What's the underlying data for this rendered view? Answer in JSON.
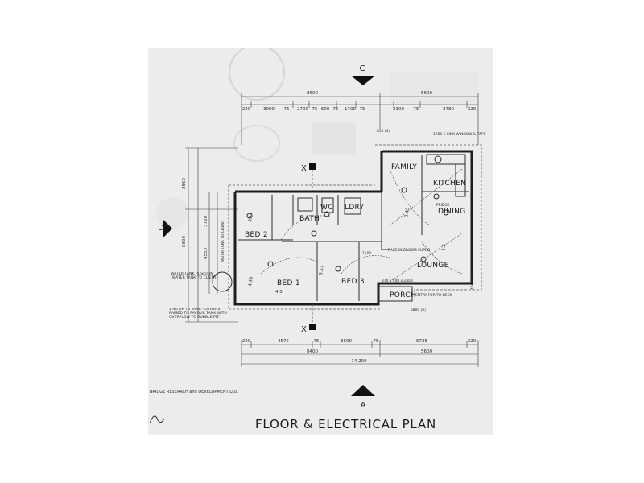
{
  "title": "FLOOR & ELECTRICAL PLAN",
  "company": "BRIDGE RESEARCH and DEVELOPMENT LTD.",
  "section_marks": {
    "c": "C",
    "a": "A",
    "d": "D",
    "x_top": "X",
    "x_bottom": "X"
  },
  "rooms": {
    "family": "FAMILY",
    "kitchen": "KITCHEN",
    "dining": "DINING",
    "bed2": "BED 2",
    "bath": "BATH",
    "wc": "WC",
    "ldry": "LDRY",
    "lounge": "LOUNGE",
    "bed1": "BED 1",
    "bed3": "BED 3",
    "porch": "PORCH"
  },
  "dimensions": {
    "top_left_total": "8600",
    "top_right_total": "5600",
    "top_chain": [
      "220",
      "3000",
      "75",
      "2700",
      "75",
      "600",
      "75",
      "1700",
      "75",
      "2300",
      "75",
      "2780",
      "220"
    ],
    "bottom_chain": [
      "220",
      "4575",
      "75",
      "3600",
      "75",
      "5725",
      "220"
    ],
    "bottom_left_total": "8400",
    "bottom_right_total": "5600",
    "overall": "14 200",
    "left_upper": "2860",
    "left_lower": "5600",
    "left_inner": [
      "3720",
      "4550"
    ],
    "right_side": "4600 (4)",
    "bottom_note": "5800 (4)",
    "room_sizes": [
      "4.33",
      "4.5",
      "3.24",
      "3.57",
      "1.45",
      "1.5"
    ]
  },
  "notes": {
    "water_tank": "WATER TANK POSITION (WATER TANK TO CLIENT)",
    "water_tank_vertical": "WATER TANK TO CLIENT",
    "overflow": "1 No DP TO TANK - OTHERS RAISED TO PAVOUR TANK WITH OVERFLOW TO RUBBLE PIT.",
    "window_sink": "1250 S SINK WINDOW & TAPS",
    "fridge": "FRIDGE",
    "broom": "RAKE IN BROOM CUPBD",
    "entry": "ENTRY FOR TO DECK",
    "linen": "1500",
    "porch_dim": "870 x 400 x 2400",
    "upper_note": "850 (4)"
  },
  "colors": {
    "paper": "#ececea",
    "ink": "#1d1d1d"
  }
}
